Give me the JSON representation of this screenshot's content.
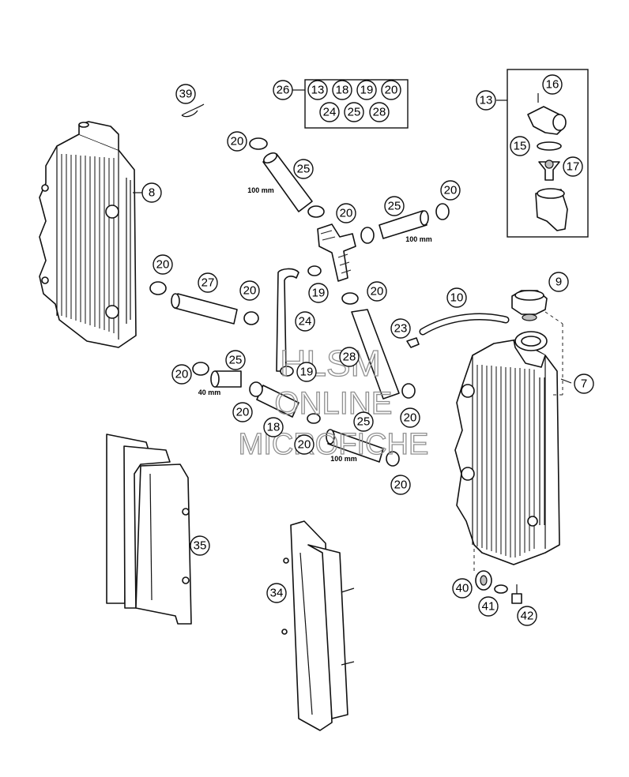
{
  "callouts": [
    {
      "id": "c-39",
      "label": "39"
    },
    {
      "id": "c-26",
      "label": "26"
    },
    {
      "id": "c-k13",
      "label": "13"
    },
    {
      "id": "c-k18",
      "label": "18"
    },
    {
      "id": "c-k19",
      "label": "19"
    },
    {
      "id": "c-k20",
      "label": "20"
    },
    {
      "id": "c-k24",
      "label": "24"
    },
    {
      "id": "c-k25",
      "label": "25"
    },
    {
      "id": "c-k28",
      "label": "28"
    },
    {
      "id": "c-13",
      "label": "13"
    },
    {
      "id": "c-16",
      "label": "16"
    },
    {
      "id": "c-15",
      "label": "15"
    },
    {
      "id": "c-17",
      "label": "17"
    },
    {
      "id": "c-8",
      "label": "8"
    },
    {
      "id": "c-20a",
      "label": "20"
    },
    {
      "id": "c-25a",
      "label": "25"
    },
    {
      "id": "c-20b",
      "label": "20"
    },
    {
      "id": "c-25b",
      "label": "25"
    },
    {
      "id": "c-20c",
      "label": "20"
    },
    {
      "id": "c-20d",
      "label": "20"
    },
    {
      "id": "c-27",
      "label": "27"
    },
    {
      "id": "c-20e",
      "label": "20"
    },
    {
      "id": "c-19a",
      "label": "19"
    },
    {
      "id": "c-20f",
      "label": "20"
    },
    {
      "id": "c-9",
      "label": "9"
    },
    {
      "id": "c-10",
      "label": "10"
    },
    {
      "id": "c-24",
      "label": "24"
    },
    {
      "id": "c-23",
      "label": "23"
    },
    {
      "id": "c-7",
      "label": "7"
    },
    {
      "id": "c-20g",
      "label": "20"
    },
    {
      "id": "c-25c",
      "label": "25"
    },
    {
      "id": "c-19b",
      "label": "19"
    },
    {
      "id": "c-28",
      "label": "28"
    },
    {
      "id": "c-20h",
      "label": "20"
    },
    {
      "id": "c-20i",
      "label": "20"
    },
    {
      "id": "c-25d",
      "label": "25"
    },
    {
      "id": "c-18",
      "label": "18"
    },
    {
      "id": "c-20j",
      "label": "20"
    },
    {
      "id": "c-20k",
      "label": "20"
    },
    {
      "id": "c-35",
      "label": "35"
    },
    {
      "id": "c-34",
      "label": "34"
    },
    {
      "id": "c-40",
      "label": "40"
    },
    {
      "id": "c-41",
      "label": "41"
    },
    {
      "id": "c-42",
      "label": "42"
    }
  ],
  "dimensions": {
    "hose_25_upper": "100 mm",
    "hose_25_right": "100 mm",
    "hose_25_left": "40 mm",
    "hose_25_lower": "100 mm"
  },
  "watermark": {
    "line1": "HLSM",
    "line2": "ONLINE",
    "line3": "MICROFICHE"
  }
}
